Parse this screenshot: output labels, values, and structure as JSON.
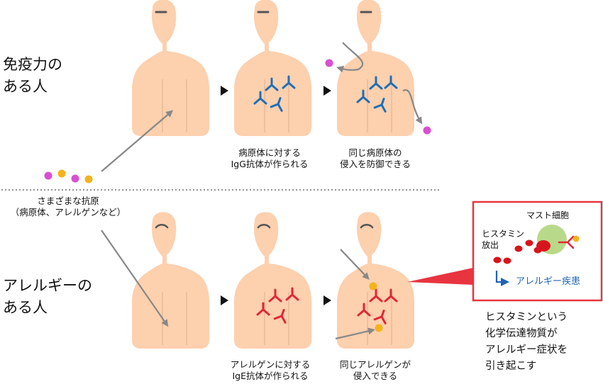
{
  "rows": {
    "immune": {
      "title": [
        "免疫力の",
        "ある人"
      ]
    },
    "allergy": {
      "title": [
        "アレルギーの",
        "ある人"
      ]
    }
  },
  "antigens": {
    "label": [
      "さまざまな抗原",
      "（病原体、アレルゲンなど）"
    ]
  },
  "captions": {
    "igg": [
      "病原体に対する",
      "IgG抗体が作られる"
    ],
    "defend": [
      "同じ病原体の",
      "侵入を防御できる"
    ],
    "ige": [
      "アレルゲンに対する",
      "IgE抗体が作られる"
    ],
    "invade": [
      "同じアレルゲンが",
      "侵入できる"
    ]
  },
  "inset": {
    "mast_cell": "マスト細胞",
    "histamine_release": [
      "ヒスタミン",
      "放出"
    ],
    "disease": "アレルギー疾患"
  },
  "note": [
    "ヒスタミンという",
    "化学伝達物質が",
    "アレルギー症状を",
    "引き起こす"
  ],
  "colors": {
    "skin": "#fdd0ae",
    "skin_line": "#e8b896",
    "igg_antibody": "#1f6fb5",
    "ige_antibody": "#e32636",
    "pathogen": "#d94fd0",
    "allergen": "#f3b31c",
    "arrow": "#888888",
    "inset_border": "#e8343f",
    "mast_cell": "#b9d98a",
    "histamine": "#d8141c",
    "disease_text": "#1e64b4",
    "dotted_line": "#555555"
  },
  "icons": [
    "person-figure-icon",
    "y-antibody-icon",
    "next-step-arrow-icon",
    "mast-cell-icon"
  ]
}
